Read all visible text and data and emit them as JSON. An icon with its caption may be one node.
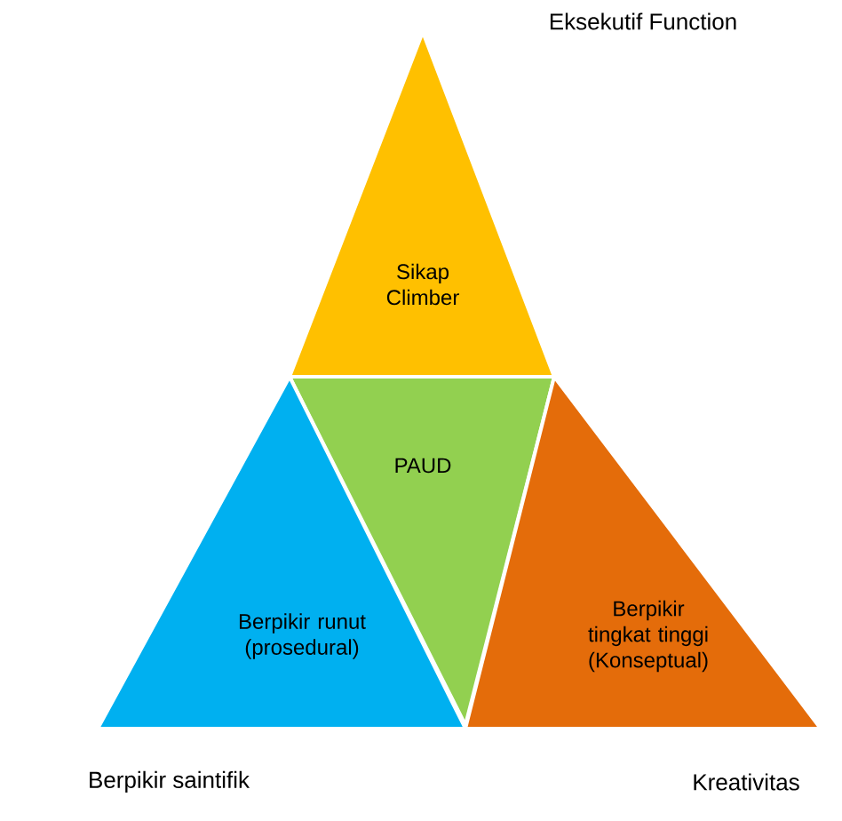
{
  "diagram": {
    "nodes": [
      {
        "text": [
          "Sikap Climber"
        ]
      },
      {
        "text": [
          "PAUD"
        ]
      },
      {
        "text": [
          "Berpikir runut (prosedural)"
        ]
      },
      {
        "text": [
          "Berpikir tingkat tinggi (Konseptual)"
        ]
      }
    ],
    "labels": [
      "Eksekutif Function",
      "Berpikir saintifik",
      "Kreativitas"
    ]
  }
}
